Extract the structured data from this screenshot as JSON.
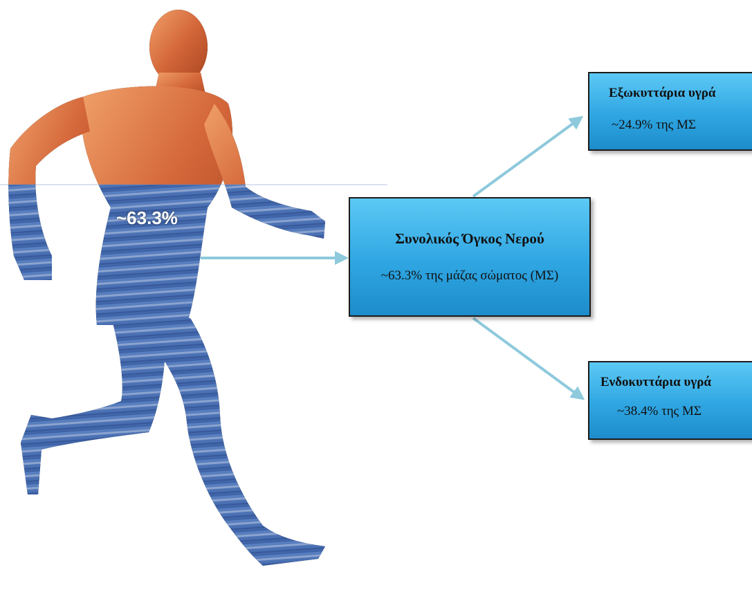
{
  "figure": {
    "body_percent_label": "~63.3%",
    "total_box": {
      "title": "Συνολικός Όγκος Νερού",
      "subtitle": "~63.3% της μάζας σώματος (ΜΣ)"
    },
    "extracellular_box": {
      "title": "Εξωκυττάρια υγρά",
      "subtitle": "~24.9% της ΜΣ"
    },
    "intracellular_box": {
      "title": "Ενδοκυττάρια υγρά",
      "subtitle": "~38.4% της ΜΣ"
    },
    "water_fraction": 0.633,
    "colors": {
      "box_fill": "#2fa6e2",
      "arrow": "#8ec9dc",
      "muscle": "#d9703c",
      "water": "#4f74b5"
    },
    "illustration": "running-human-muscle-figure"
  }
}
